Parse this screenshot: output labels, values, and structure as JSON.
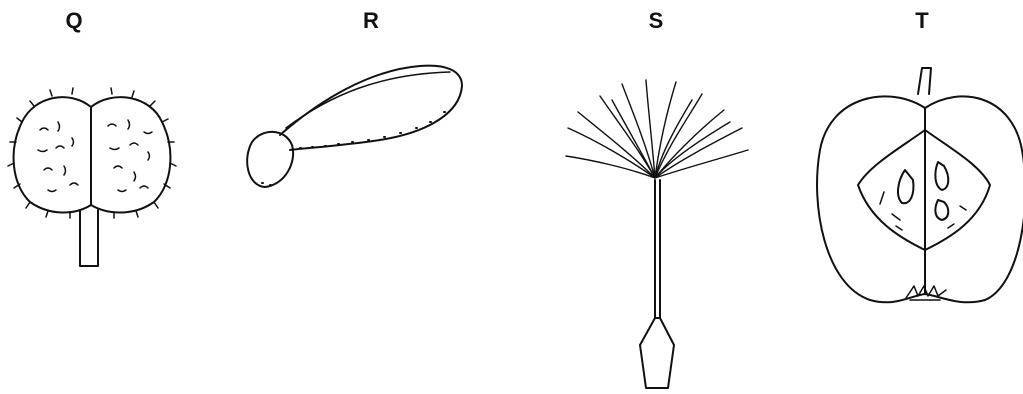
{
  "figures": [
    {
      "id": "Q",
      "label": "Q"
    },
    {
      "id": "R",
      "label": "R"
    },
    {
      "id": "S",
      "label": "S"
    },
    {
      "id": "T",
      "label": "T"
    }
  ],
  "colors": {
    "ink": "#111111",
    "background": "#ffffff"
  }
}
